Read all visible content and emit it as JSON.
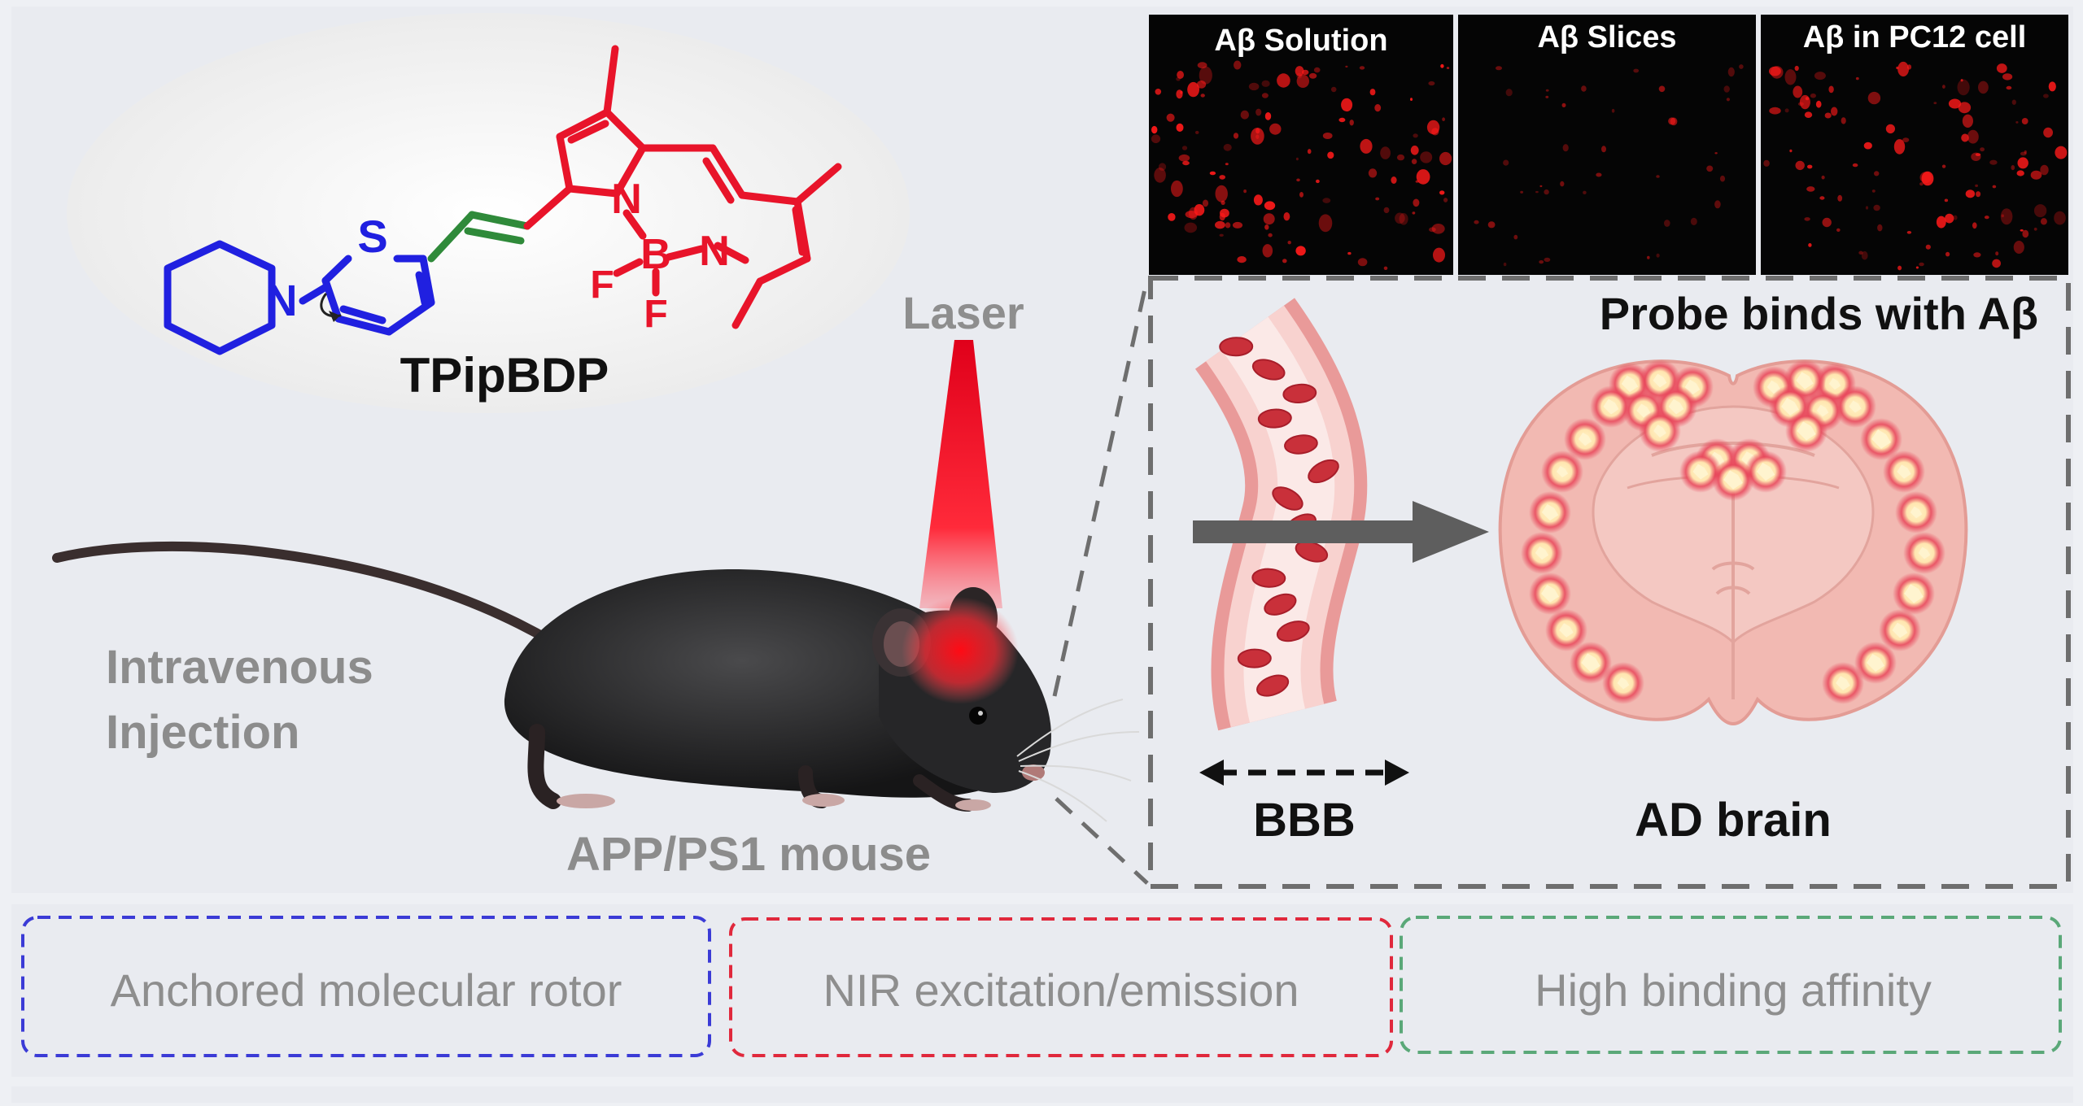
{
  "figure": {
    "molecule": {
      "name": "TPipBDP",
      "atoms": {
        "sulfur": "S",
        "nitrogen": "N",
        "boron": "B",
        "fluorine": "F"
      }
    },
    "micrographs": [
      {
        "label": "Aβ Solution"
      },
      {
        "label": "Aβ Slices"
      },
      {
        "label": "Aβ in PC12 cell"
      }
    ],
    "laser_label": "Laser",
    "route_label": {
      "line1": "Intravenous",
      "line2": "Injection"
    },
    "mouse_label": "APP/PS1 mouse",
    "inset": {
      "title": "Probe binds with Aβ",
      "barrier_label": "BBB",
      "brain_label": "AD brain"
    },
    "features": [
      {
        "text": "Anchored molecular rotor",
        "border_color": "#3b3bd6"
      },
      {
        "text": "NIR excitation/emission",
        "border_color": "#e0283c"
      },
      {
        "text": "High binding affinity",
        "border_color": "#5aa878"
      }
    ],
    "colors": {
      "piperidine_blue": "#2020e0",
      "vinyl_green": "#2f8a3a",
      "bodipy_red": "#e8142a",
      "fluorescence_red": "#ff1a1a",
      "panel_bg": "#e9ebf0"
    }
  }
}
